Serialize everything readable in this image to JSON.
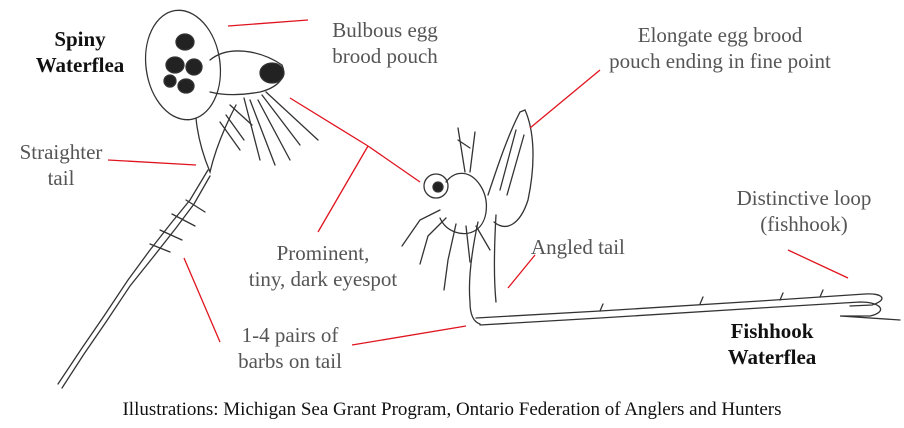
{
  "species": {
    "spiny": "Spiny\nWaterflea",
    "fishhook": "Fishhook\nWaterflea"
  },
  "labels": {
    "bulbous": "Bulbous egg\nbrood pouch",
    "elongate": "Elongate egg brood\npouch ending in fine point",
    "straighter": "Straighter\ntail",
    "distinctive": "Distinctive loop\n(fishhook)",
    "angled": "Angled tail",
    "eyespot": "Prominent,\ntiny, dark eyespot",
    "barbs": "1-4 pairs of\nbarbs on tail"
  },
  "caption": "Illustrations: Michigan Sea Grant Program, Ontario Federation of Anglers and Hunters",
  "colors": {
    "leader": "#e0141e",
    "ink": "#333333",
    "label": "#555555"
  }
}
